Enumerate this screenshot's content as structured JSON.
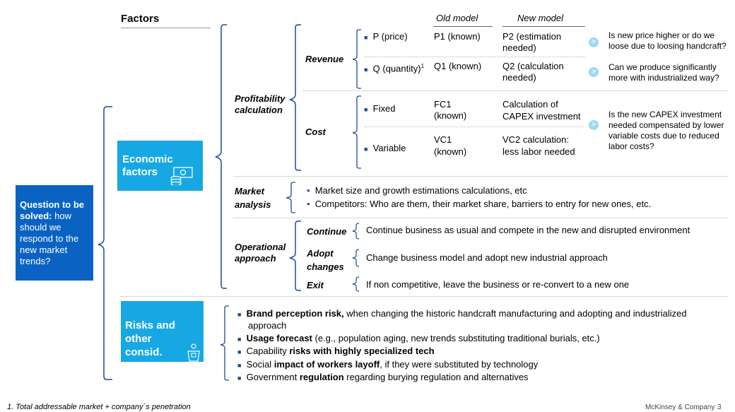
{
  "header": {
    "factors": "Factors",
    "old_model": "Old model",
    "new_model": "New model"
  },
  "question": {
    "bold": "Question to be solved:",
    "rest": " how should we respond to the new market trends?"
  },
  "economic": {
    "label_1": "Economic",
    "label_2": "factors"
  },
  "risks": {
    "label_1": "Risks and",
    "label_2": "other",
    "label_3": "consid."
  },
  "profitability": {
    "label_1": "Profitability",
    "label_2": "calculation"
  },
  "revenue": {
    "label": "Revenue",
    "p_item": "P (price)",
    "p_old": "P1 (known)",
    "p_new_1": "P2 (estimation",
    "p_new_2": "needed)",
    "p_question_1": "Is new price higher or do we",
    "p_question_2": "loose due to loosing handcraft?",
    "q_item": "Q (quantity)",
    "q_sup": "1",
    "q_old": "Q1 (known)",
    "q_new_1": "Q2 (calculation",
    "q_new_2": "needed)",
    "q_question_1": "Can we produce significantly",
    "q_question_2": "more with industrialized way?"
  },
  "cost": {
    "label": "Cost",
    "fixed_item": "Fixed",
    "fixed_old_1": "FC1",
    "fixed_old_2": "(known)",
    "fixed_new_1": "Calculation of",
    "fixed_new_2": "CAPEX investment",
    "var_item": "Variable",
    "var_old_1": "VC1",
    "var_old_2": "(known)",
    "var_new_1": "VC2 calculation:",
    "var_new_2": "less labor needed",
    "question_1": "Is the new CAPEX investment",
    "question_2": "needed compensated by lower",
    "question_3": "variable costs due to reduced",
    "question_4": "labor costs?"
  },
  "market": {
    "label_1": "Market",
    "label_2": "analysis",
    "items": [
      "Market size and growth estimations calculations, etc",
      "Competitors: Who are them, their market share, barriers to entry for new ones, etc."
    ]
  },
  "operational": {
    "label_1": "Operational",
    "label_2": "approach",
    "continue_label": "Continue",
    "continue_text": "Continue business as usual and compete in the new and disrupted environment",
    "adopt_label_1": "Adopt",
    "adopt_label_2": "changes",
    "adopt_text": "Change business model and adopt new industrial approach",
    "exit_label": "Exit",
    "exit_text": "If non competitive, leave the business or re-convert to a new one"
  },
  "risk_items": {
    "r1_bold": "Brand perception risk,",
    "r1_rest": " when changing the historic handcraft manufacturing and adopting and industrialized",
    "r1_line2": "approach",
    "r2_bold": "Usage forecast",
    "r2_rest": " (e.g., population aging, new trends substituting traditional burials, etc.)",
    "r3_pre": "Capability ",
    "r3_bold": "risks with highly specialized tech",
    "r4_pre": "Social ",
    "r4_bold": "impact of workers layoff",
    "r4_rest": ", if they were substituted by technology",
    "r5_pre": "Government ",
    "r5_bold": "regulation",
    "r5_rest": " regarding burying regulation and alternatives"
  },
  "footer": {
    "note": "1. Total addressable market + company´s penetration",
    "brand": "McKinsey & Company",
    "page": "3"
  },
  "colors": {
    "dark_blue": "#0a63c3",
    "light_blue": "#17a8e4",
    "bracket": "#1a4b9b",
    "arrow": "#9ed8f4"
  }
}
